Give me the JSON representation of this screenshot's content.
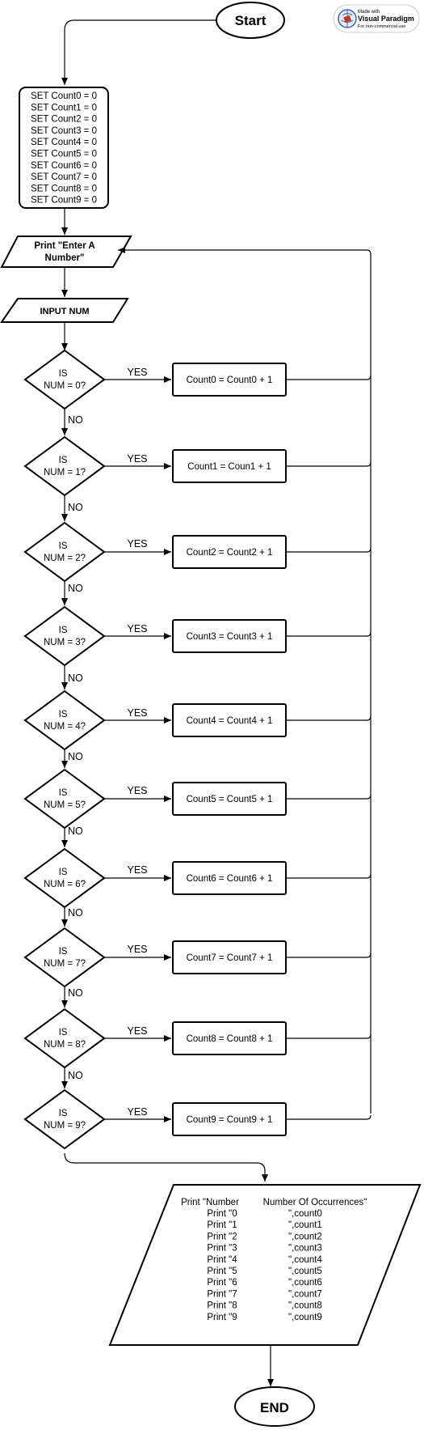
{
  "watermark": {
    "line1": "Made with",
    "line2": "Visual Paradigm",
    "line3": "For non-commercial use"
  },
  "start": "Start",
  "end": "END",
  "init_lines": [
    "SET Count0 = 0",
    "SET Count1 = 0",
    "SET Count2 = 0",
    "SET Count3 = 0",
    "SET Count4 = 0",
    "SET Count5 = 0",
    "SET Count6 = 0",
    "SET Count7 = 0",
    "SET Count8 = 0",
    "SET Count9 = 0"
  ],
  "prompt": {
    "line1": "Print \"Enter A",
    "line2": "Number\""
  },
  "input": "INPUT NUM",
  "yes_label": "YES",
  "no_label": "NO",
  "decisions": [
    {
      "line1": "IS",
      "line2": "NUM = 0?",
      "action": "Count0 = Count0 + 1"
    },
    {
      "line1": "IS",
      "line2": "NUM = 1?",
      "action": "Count1 = Coun1 + 1"
    },
    {
      "line1": "IS",
      "line2": "NUM = 2?",
      "action": "Count2 = Count2 + 1"
    },
    {
      "line1": "IS",
      "line2": "NUM = 3?",
      "action": "Count3 = Count3 + 1"
    },
    {
      "line1": "IS",
      "line2": "NUM = 4?",
      "action": "Count4 = Count4 + 1"
    },
    {
      "line1": "IS",
      "line2": "NUM = 5?",
      "action": "Count5 = Count5 + 1"
    },
    {
      "line1": "IS",
      "line2": "NUM = 6?",
      "action": "Count6 = Count6 + 1"
    },
    {
      "line1": "IS",
      "line2": "NUM = 7?",
      "action": "Count7 = Count7 + 1"
    },
    {
      "line1": "IS",
      "line2": "NUM = 8?",
      "action": "Count8 = Count8 + 1"
    },
    {
      "line1": "IS",
      "line2": "NUM = 9?",
      "action": "Count9 = Count9 + 1"
    }
  ],
  "output": {
    "header_left": "Print \"Number",
    "header_right": "Number Of Occurrences\"",
    "rows": [
      {
        "left": "Print \"0",
        "right": "\",count0"
      },
      {
        "left": "Print \"1",
        "right": "\",count1"
      },
      {
        "left": "Print \"2",
        "right": "\",count2"
      },
      {
        "left": "Print \"3",
        "right": "\",count3"
      },
      {
        "left": "Print \"4",
        "right": "\",count4"
      },
      {
        "left": "Print \"5",
        "right": "\",count5"
      },
      {
        "left": "Print \"6",
        "right": "\",count6"
      },
      {
        "left": "Print \"7",
        "right": "\",count7"
      },
      {
        "left": "Print \"8",
        "right": "\",count8"
      },
      {
        "left": "Print \"9",
        "right": "\",count9"
      }
    ]
  }
}
